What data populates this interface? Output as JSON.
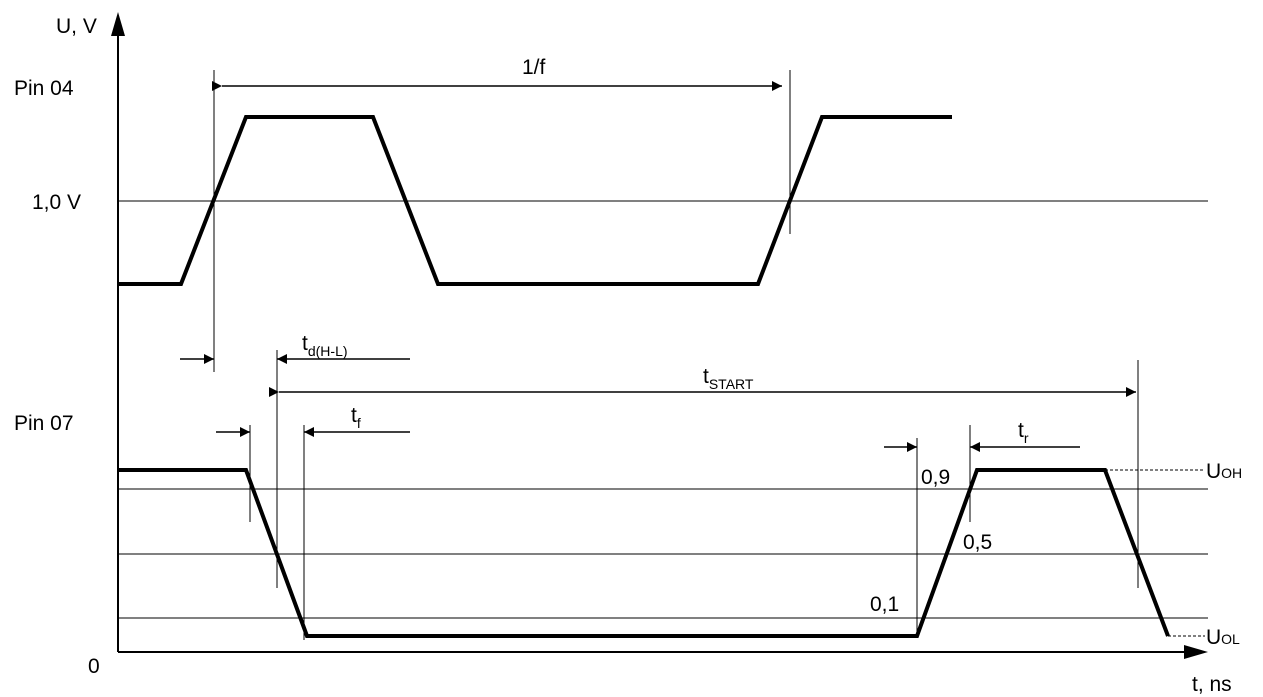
{
  "axes": {
    "y_label": "U, V",
    "x_label": "t, ns",
    "origin": "0"
  },
  "signals": {
    "pin04": {
      "label": "Pin 04",
      "threshold_label": "1,0 V"
    },
    "pin07": {
      "label": "Pin 07",
      "high_level_main": "U",
      "high_level_sub": "OH",
      "low_level_main": "U",
      "low_level_sub": "OL"
    }
  },
  "timings": {
    "period": "1/f",
    "delay": {
      "main": "t",
      "sub": "d(H-L)"
    },
    "start": {
      "main": "t",
      "sub": "START"
    },
    "fall": {
      "main": "t",
      "sub": "f"
    },
    "rise": {
      "main": "t",
      "sub": "r"
    }
  },
  "levels": {
    "low": "0,1",
    "mid": "0,5",
    "high": "0,9"
  }
}
